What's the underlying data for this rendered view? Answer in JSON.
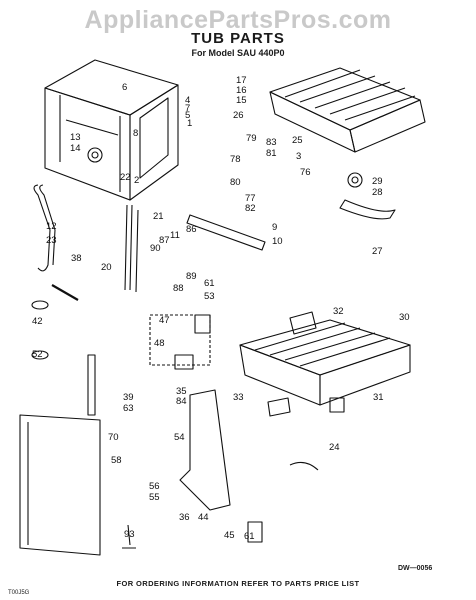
{
  "watermark": "AppliancePartsPros.com",
  "title": "TUB PARTS",
  "subtitle": "For Model SAU 440P0",
  "drawing_code": "DW—0056",
  "footer": "FOR ORDERING INFORMATION REFER TO PARTS PRICE LIST",
  "corner_mark": "T00J5G",
  "callouts": [
    "1",
    "2",
    "3",
    "4",
    "5",
    "6",
    "7",
    "8",
    "9",
    "10",
    "11",
    "12",
    "13",
    "14",
    "15",
    "16",
    "17",
    "20",
    "21",
    "22",
    "23",
    "24",
    "25",
    "26",
    "27",
    "28",
    "29",
    "30",
    "31",
    "32",
    "33",
    "35",
    "36",
    "38",
    "39",
    "42",
    "44",
    "45",
    "47",
    "48",
    "52",
    "53",
    "54",
    "55",
    "56",
    "58",
    "61",
    "61",
    "63",
    "70",
    "76",
    "77",
    "78",
    "79",
    "80",
    "81",
    "82",
    "83",
    "84",
    "86",
    "87",
    "88",
    "89",
    "90",
    "93"
  ],
  "colors": {
    "ink": "#111111",
    "watermark": "#c9c9c9",
    "paper": "#ffffff"
  }
}
